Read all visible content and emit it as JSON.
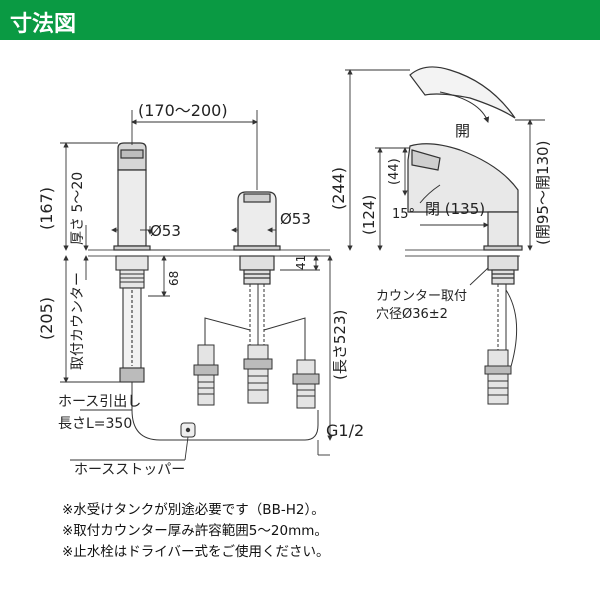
{
  "header": {
    "title": "寸法図",
    "background": "#0a9a43"
  },
  "dims": {
    "top_span": "(170～200)",
    "dia_left": "Ø53",
    "dia_right": "Ø53",
    "h167": "(167)",
    "counter_thick": "厚さ 5～20",
    "d68": "68",
    "d41": "41",
    "h205": "(205)",
    "counter_label": "取付カウンター",
    "hose_length": "(長さ523)",
    "hose_pull_1": "ホース引出し",
    "hose_pull_2": "長さL=350",
    "hose_stopper": "ホースストッパー",
    "thread": "G1/2",
    "h244": "(244)",
    "h124": "(124)",
    "h44": "(44)",
    "open_top": "開",
    "open_range": "(開95～開130)",
    "angle": "15°",
    "close_135": "閉 (135)",
    "mount_hole_1": "カウンター取付",
    "mount_hole_2": "穴径Ø36±2"
  },
  "notes": [
    "※水受けタンクが別途必要です（BB-H2）。",
    "※取付カウンター厚み許容範囲5～20mm。",
    "※止水栓はドライバー式をご使用ください。"
  ]
}
